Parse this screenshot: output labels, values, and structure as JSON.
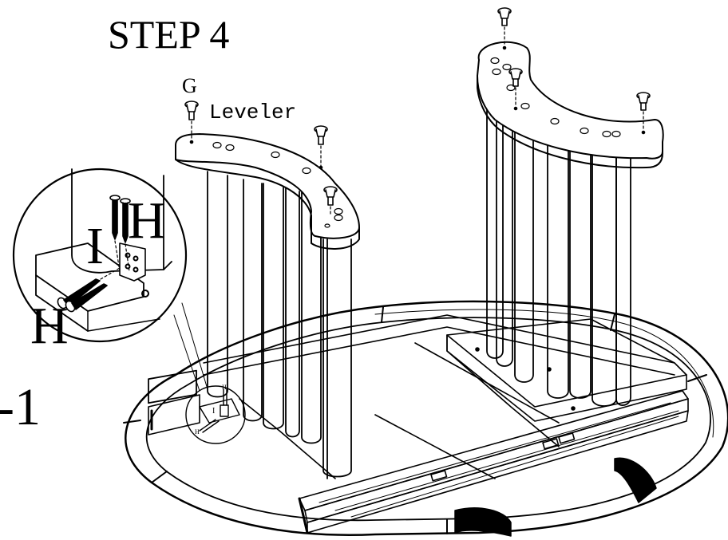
{
  "diagram": {
    "title": "STEP 4",
    "part_letter_G": "G",
    "leveler_label": "Leveler",
    "detail_label_I": "I",
    "detail_label_H_top": "H",
    "detail_label_H_bottom": "H",
    "side_marker": "-1",
    "small_label_I": "I",
    "small_label_H_top": "H",
    "small_label_H_bottom": "H",
    "colors": {
      "ink": "#000000",
      "paper": "#ffffff"
    }
  }
}
